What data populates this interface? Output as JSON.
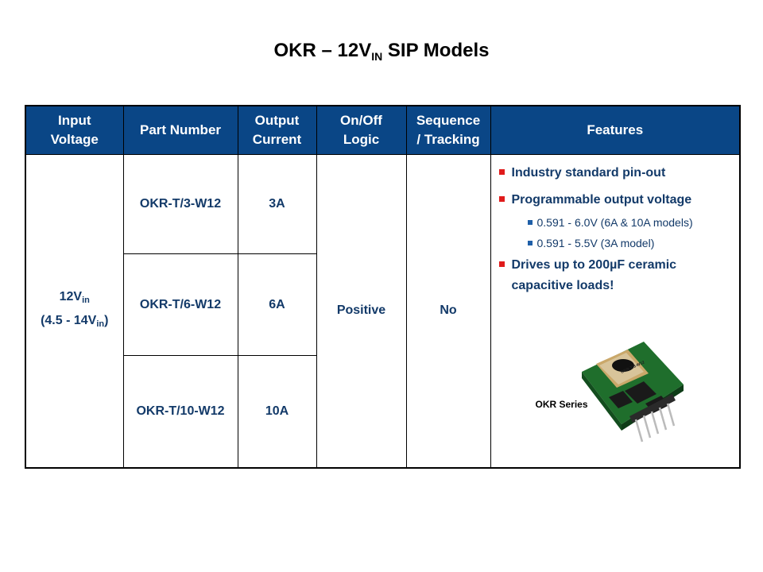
{
  "title": {
    "main": "OKR – 12V",
    "subscript": "IN",
    "suffix": " SIP Models"
  },
  "table": {
    "headers": [
      [
        "Input",
        "Voltage"
      ],
      [
        "Part Number"
      ],
      [
        "Output",
        "Current"
      ],
      [
        "On/Off",
        "Logic"
      ],
      [
        "Sequence",
        "/ Tracking"
      ],
      [
        "Features"
      ]
    ],
    "input_voltage": {
      "nominal": "12V",
      "nominal_sub": "in",
      "range_prefix": "(4.5 - 14V",
      "range_sub": "in",
      "range_suffix": ")"
    },
    "rows": [
      {
        "part": "OKR-T/3-W12",
        "current": "3A"
      },
      {
        "part": "OKR-T/6-W12",
        "current": "6A"
      },
      {
        "part": "OKR-T/10-W12",
        "current": "10A"
      }
    ],
    "logic": "Positive",
    "sequence": "No",
    "features": {
      "item1": "Industry standard pin-out",
      "item2": "Programmable output voltage",
      "sub1": "0.591 - 6.0V (6A & 10A models)",
      "sub2": "0.591 - 5.5V (3A model)",
      "item3_line1": "Drives up to 200µF ceramic",
      "item3_line2": "capacitive loads!"
    },
    "image_caption": "OKR Series",
    "module_label": "OKR-T/3-W12"
  },
  "colors": {
    "header_bg": "#0a4686",
    "body_text": "#133a69",
    "bullet_red": "#e01b1b"
  }
}
